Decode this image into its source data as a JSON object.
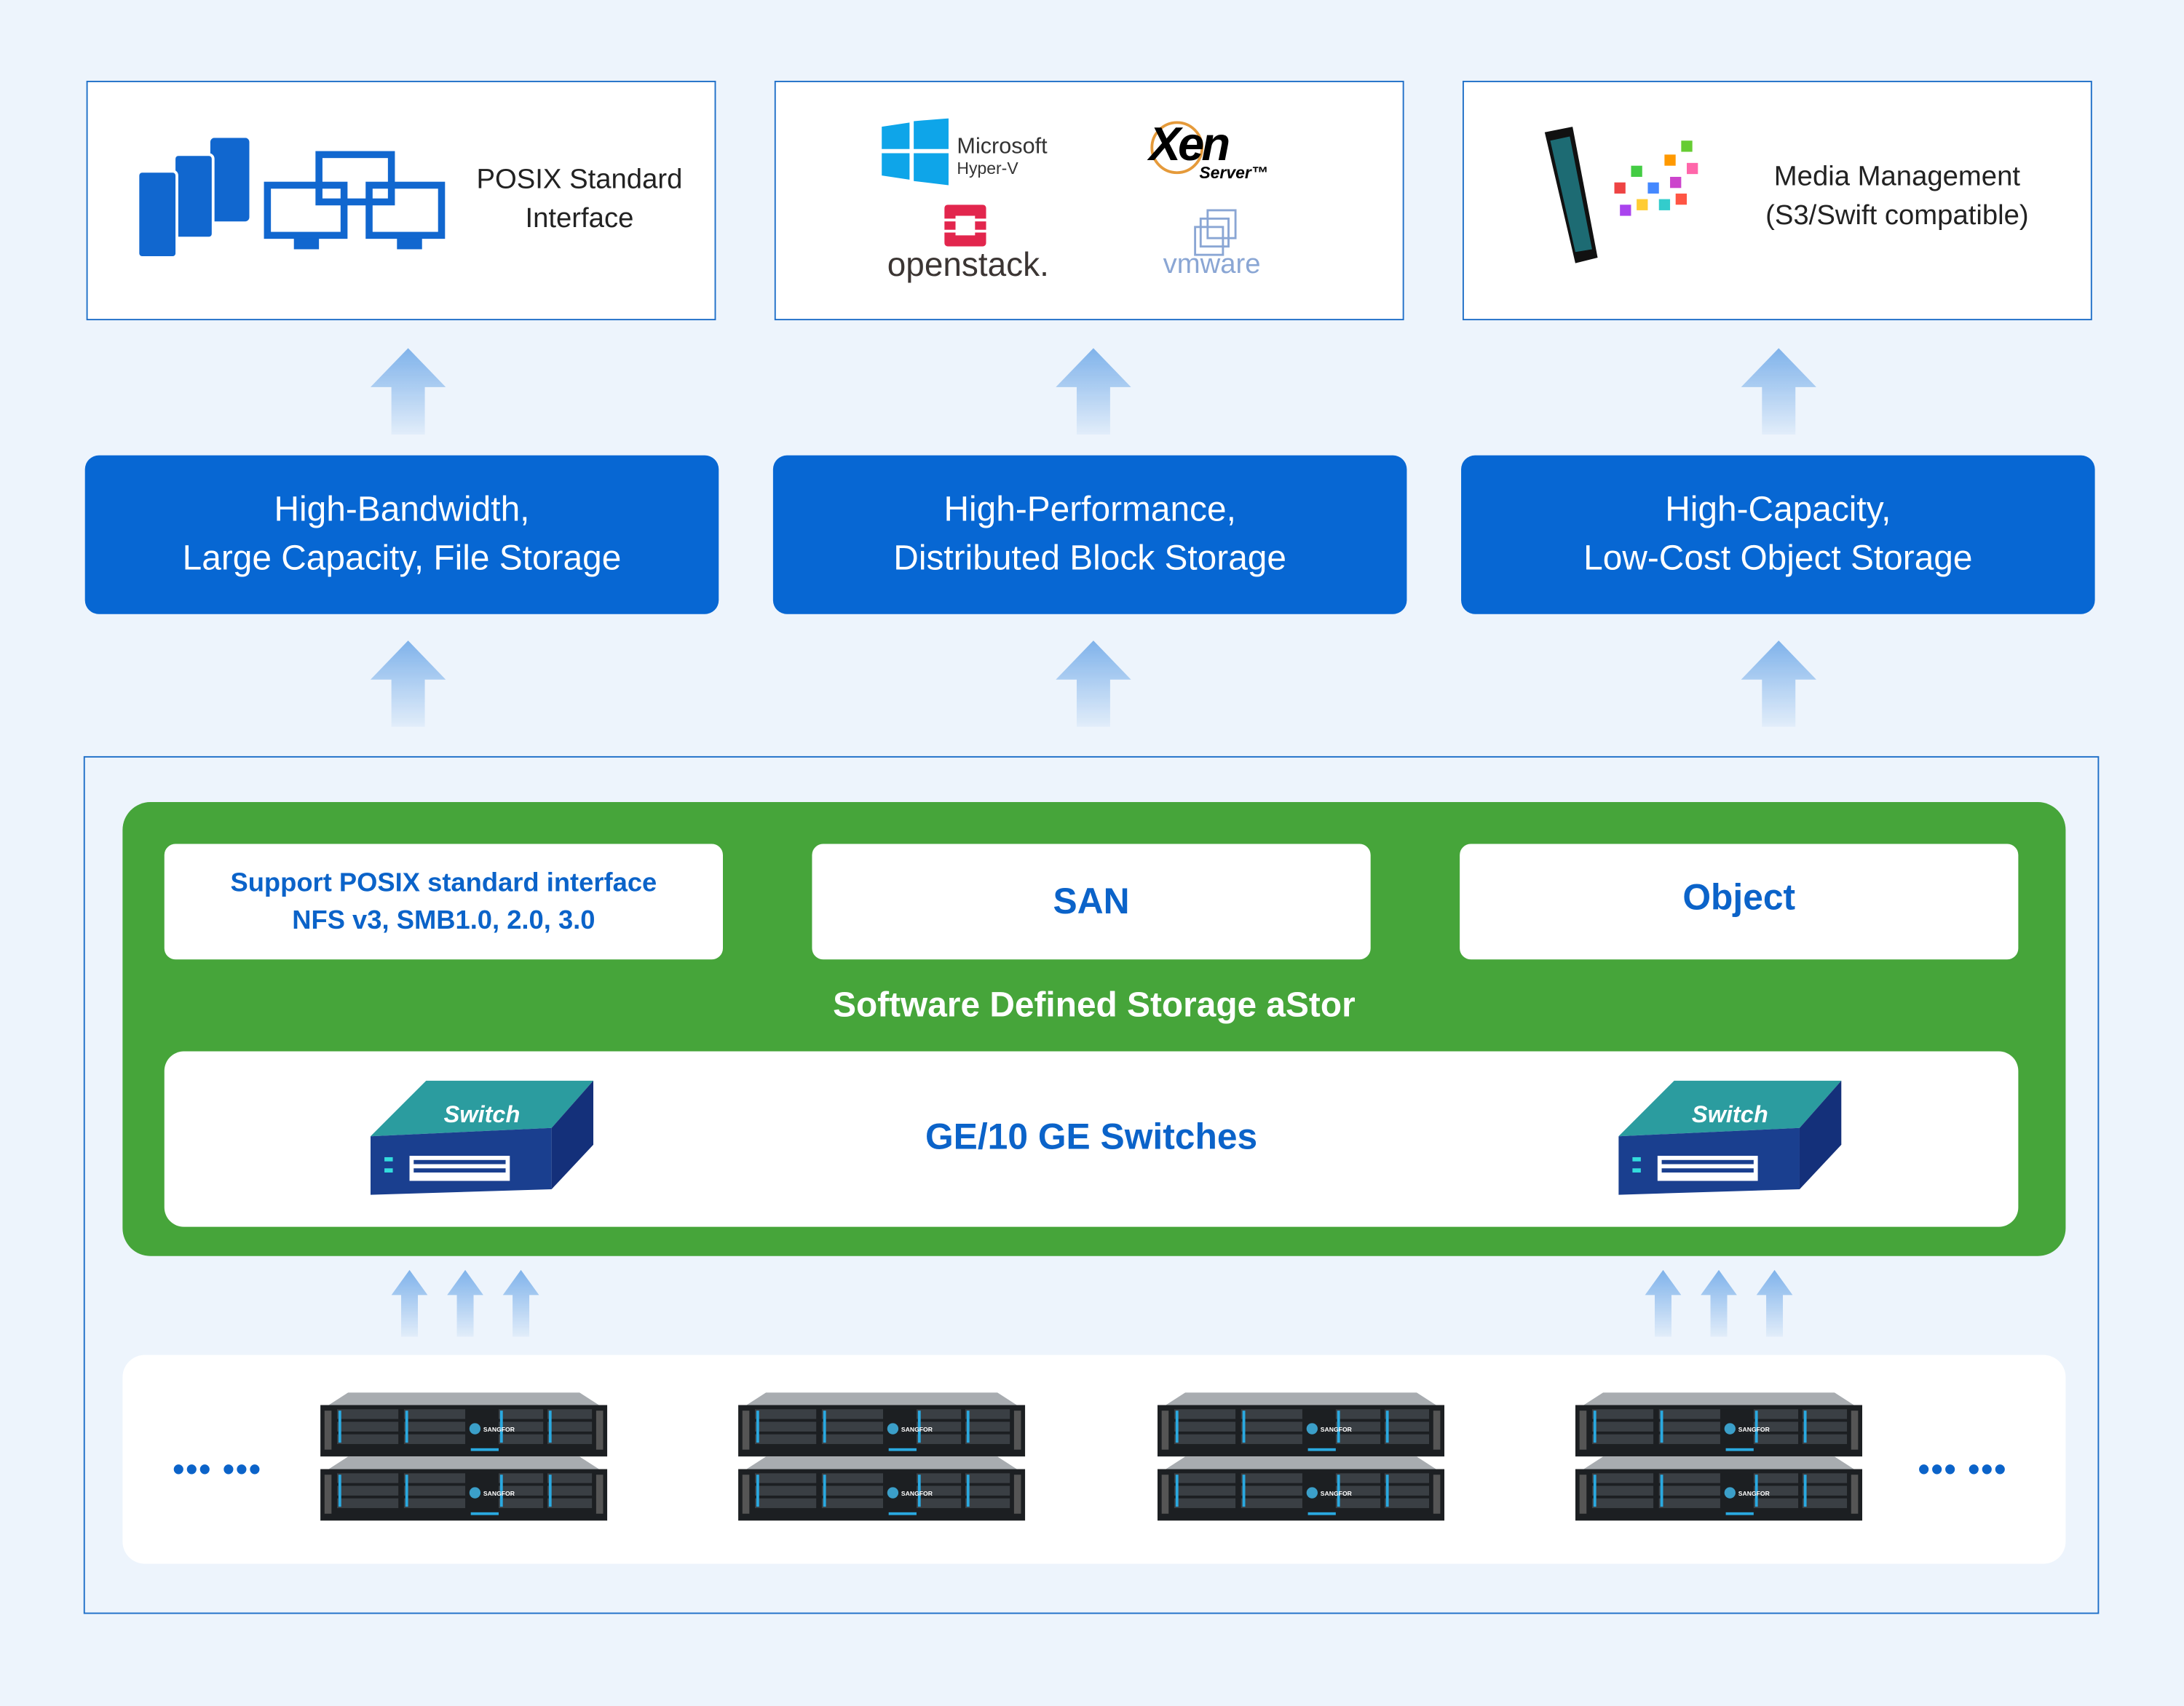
{
  "top_row": {
    "posix": {
      "label_line1": "POSIX Standard",
      "label_line2": "Interface"
    },
    "hypervisors": {
      "microsoft": {
        "name": "Microsoft",
        "product": "Hyper-V"
      },
      "xen": {
        "name": "Xen",
        "product": "Server™"
      },
      "openstack": {
        "name": "openstack."
      },
      "vmware": {
        "name": "vmware"
      }
    },
    "media": {
      "label_line1": "Media Management",
      "label_line2": "(S3/Swift compatible)"
    }
  },
  "storage_types": [
    {
      "line1": "High-Bandwidth,",
      "line2": "Large Capacity, File Storage"
    },
    {
      "line1": "High-Performance,",
      "line2": "Distributed Block Storage"
    },
    {
      "line1": "High-Capacity,",
      "line2": "Low-Cost Object Storage"
    }
  ],
  "astor": {
    "title": "Software Defined Storage aStor",
    "cells": [
      {
        "line1": "Support POSIX standard interface",
        "line2": "NFS v3, SMB1.0, 2.0, 3.0"
      },
      {
        "line1": "SAN"
      },
      {
        "line1": "Object"
      }
    ],
    "switches_label": "GE/10 GE Switches",
    "switch_text": "Switch"
  },
  "servers": {
    "brand": "SANGFOR",
    "ellipsis": "••• •••"
  },
  "colors": {
    "primary_blue": "#0767d3",
    "green": "#46a53a",
    "background": "#edf4fc"
  }
}
